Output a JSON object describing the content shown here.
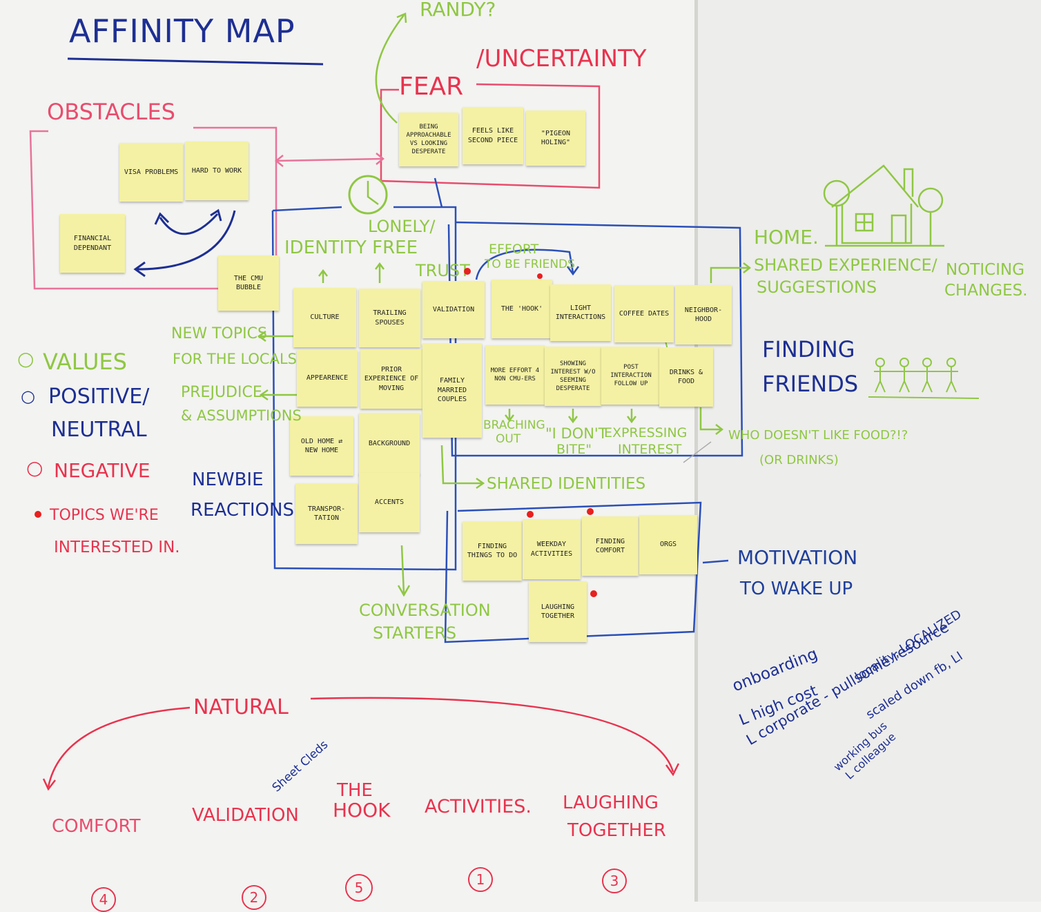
{
  "title": "AFFINITY MAP",
  "top": {
    "randy": "RANDY?",
    "uncertainty": "/UNCERTAINTY",
    "fear": "FEAR",
    "obstacles": "OBSTACLES"
  },
  "fear_notes": [
    "BEING APPROACHABLE VS LOOKING DESPERATE",
    "FEELS LIKE SECOND PIECE",
    "\"PIGEON HOLING\""
  ],
  "obstacle_notes": [
    "VISA PROBLEMS",
    "HARD TO WORK",
    "FINANCIAL DEPENDANT"
  ],
  "center": {
    "lonely": "LONELY/",
    "identity_free": "IDENTITY FREE",
    "trust": "TRUST",
    "effort": "EFFORT",
    "to_be_friends": "TO BE FRIENDS",
    "cmu_bubble": "THE CMU BUBBLE"
  },
  "grid_notes": [
    "CULTURE",
    "TRAILING SPOUSES",
    "VALIDATION",
    "THE 'HOOK'",
    "LIGHT INTERACTIONS",
    "COFFEE DATES",
    "NEIGHBOR-HOOD",
    "APPEARENCE",
    "PRIOR EXPERIENCE OF MOVING",
    "FAMILY MARRIED COUPLES",
    "MORE EFFORT 4 NON CMU-ERS",
    "SHOWING INTEREST W/O SEEMING DESPERATE",
    "POST INTERACTION FOLLOW UP",
    "DRINKS & FOOD",
    "OLD HOME ⇄ NEW HOME",
    "BACKGROUND",
    "TRANSPOR-TATION",
    "ACCENTS"
  ],
  "side_labels": {
    "new_topics_1": "NEW TOPICS",
    "new_topics_2": "FOR THE LOCALS",
    "prejudice_1": "PREJUDICE",
    "prejudice_2": "& ASSUMPTIONS",
    "newbie_1": "NEWBIE",
    "newbie_2": "REACTIONS"
  },
  "legend": {
    "values": "VALUES",
    "positive_1": "POSITIVE/",
    "positive_2": "NEUTRAL",
    "negative": "NEGATIVE",
    "topics_1": "TOPICS WE'RE",
    "topics_2": "INTERESTED IN."
  },
  "lower": {
    "branching_1": "BRACHING",
    "branching_2": "OUT",
    "dont_bite_1": "\"I DON'T",
    "dont_bite_2": "BITE\"",
    "expressing_1": "EXPRESSING",
    "expressing_2": "INTEREST",
    "shared_identities": "SHARED IDENTITIES",
    "conversation_1": "CONVERSATION",
    "conversation_2": "STARTERS",
    "who_1": "WHO DOESN'T LIKE FOOD?!?",
    "who_2": "(OR DRINKS)",
    "motivation_1": "MOTIVATION",
    "motivation_2": "TO WAKE UP"
  },
  "motivation_notes": [
    "FINDING THINGS TO DO",
    "WEEKDAY ACTIVITIES",
    "FINDING COMFORT",
    "ORGS",
    "LAUGHING TOGETHER"
  ],
  "right": {
    "home": "HOME.",
    "shared_exp": "SHARED EXPERIENCE/",
    "suggestions": "SUGGESTIONS",
    "noticing_1": "NOTICING",
    "noticing_2": "CHANGES.",
    "finding_1": "FINDING",
    "finding_2": "FRIENDS",
    "notes": [
      "onboarding",
      "L high cost",
      "L corporate - pullsome resource",
      "locality, LOCALIZED",
      "scaled down fb, LI",
      "working bus",
      "L colleague"
    ]
  },
  "bottom": {
    "natural": "NATURAL",
    "steps": [
      "COMFORT",
      "VALIDATION",
      "THE",
      "HOOK",
      "ACTIVITIES.",
      "LAUGHING",
      "TOGETHER"
    ],
    "small_talk": "Sheet Cleds",
    "votes": [
      "4",
      "2",
      "5",
      "1",
      "3"
    ]
  },
  "colors": {
    "red": "#e8334e",
    "blue": "#1f3f9c",
    "green": "#8fc743",
    "note": "#f4f1a4"
  }
}
